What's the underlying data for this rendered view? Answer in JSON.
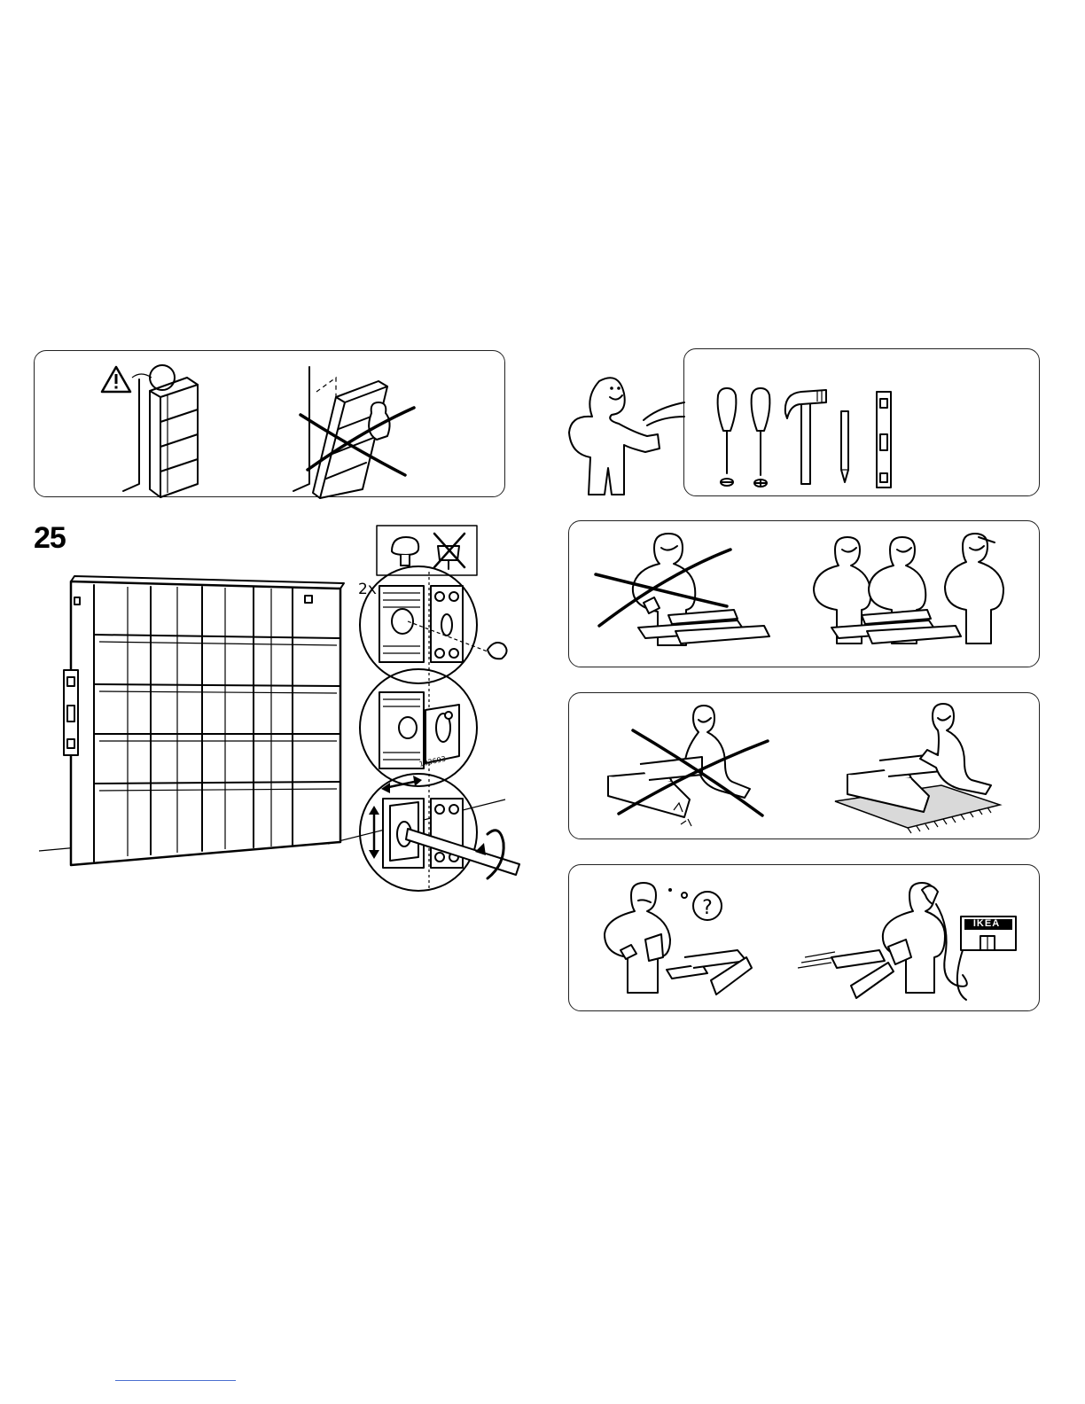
{
  "step": {
    "number": "25",
    "quantity": "2x",
    "part_number": "103693"
  },
  "store_sign": {
    "text": "IKEA"
  },
  "help_bubble": {
    "symbol": "?"
  },
  "colors": {
    "ink": "#000000",
    "paper": "#ffffff",
    "footer_rule": "#4a6fd0"
  },
  "icons": {
    "warning": "warning-triangle-icon",
    "forbidden": "cross-out-icon",
    "tools": [
      "flat-screwdriver-icon",
      "phillips-screwdriver-icon",
      "hammer-icon",
      "pencil-icon",
      "spirit-level-icon"
    ]
  }
}
